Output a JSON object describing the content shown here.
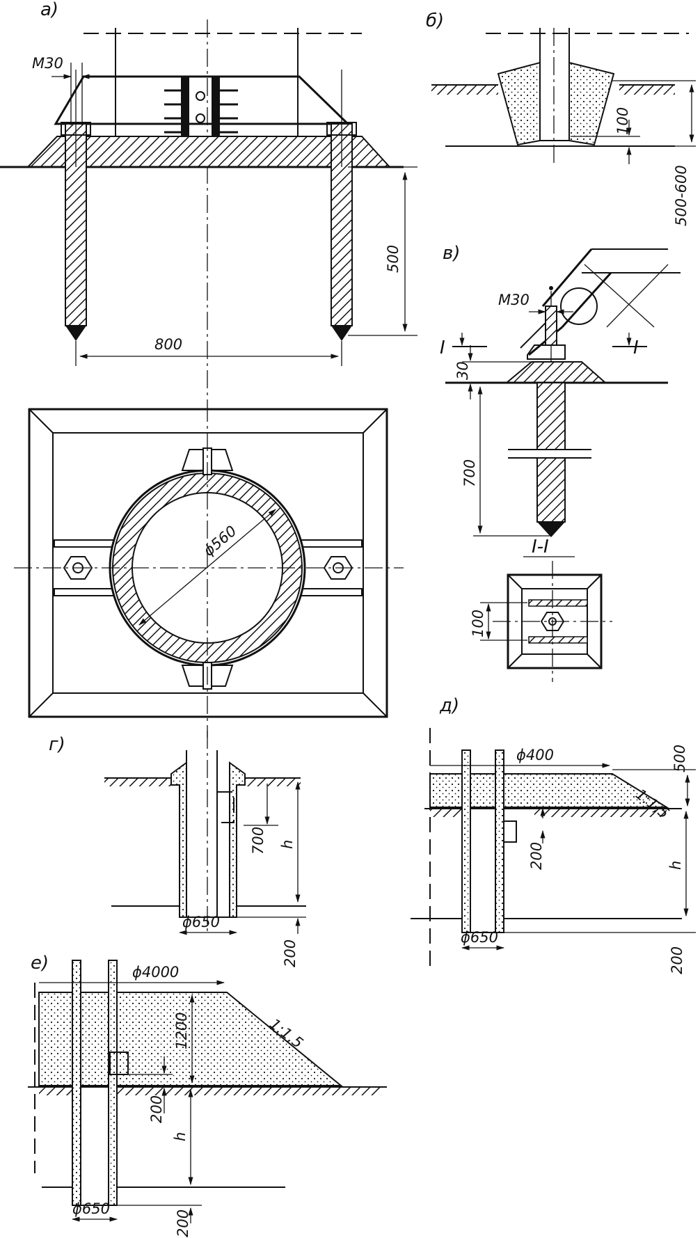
{
  "views": {
    "a": {
      "label": "а)",
      "bolt": "M30",
      "depth": "500",
      "spacing": "800"
    },
    "b": {
      "label": "б)",
      "depth_range": "500-600",
      "gap": "100"
    },
    "v": {
      "label": "в)",
      "bolt": "M30",
      "nut_height": "30",
      "depth": "700",
      "section_mark": "I",
      "section_title": "I-I",
      "plate": "100"
    },
    "g": {
      "label": "г)",
      "depth_top": "700",
      "depth": "h",
      "bottom": "200",
      "diameter": "ϕ650"
    },
    "d": {
      "label": "д)",
      "fill_diameter": "ϕ400",
      "fill_height": "500",
      "slope": "1:1,5",
      "offset": "200",
      "depth": "h",
      "bottom": "200",
      "diameter": "ϕ650"
    },
    "e": {
      "label": "е)",
      "fill_diameter": "ϕ4000",
      "fill_height": "1200",
      "slope": "1:1,5",
      "offset": "200",
      "depth": "h",
      "bottom": "200",
      "diameter": "ϕ650"
    },
    "plan": {
      "diameter": "ϕ560"
    }
  },
  "colors": {
    "ink": "#111111",
    "paper": "#ffffff"
  }
}
